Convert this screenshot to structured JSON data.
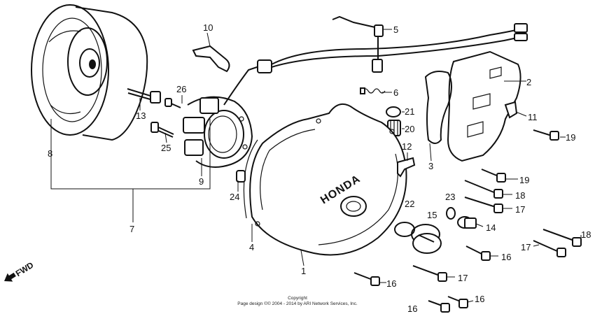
{
  "diagram": {
    "labels": {
      "p1": "1",
      "p2": "2",
      "p3": "3",
      "p4": "4",
      "p5": "5",
      "p6": "6",
      "p7": "7",
      "p8": "8",
      "p9": "9",
      "p10": "10",
      "p11": "11",
      "p12": "12",
      "p13": "13",
      "p14": "14",
      "p15": "15",
      "p16a": "16",
      "p16b": "16",
      "p16c": "16",
      "p16d": "16",
      "p17a": "17",
      "p17b": "17",
      "p17c": "17",
      "p18a": "18",
      "p18b": "18",
      "p19a": "19",
      "p19b": "19",
      "p20": "20",
      "p21": "21",
      "p22": "22",
      "p23": "23",
      "p24": "24",
      "p25": "25",
      "p26": "26"
    },
    "fwd_label": "FWD",
    "cover_brand": "HONDA"
  },
  "copyright": {
    "title": "Copyright",
    "line": "Page design ©© 2004 - 2014 by ARI Network Services, Inc."
  }
}
